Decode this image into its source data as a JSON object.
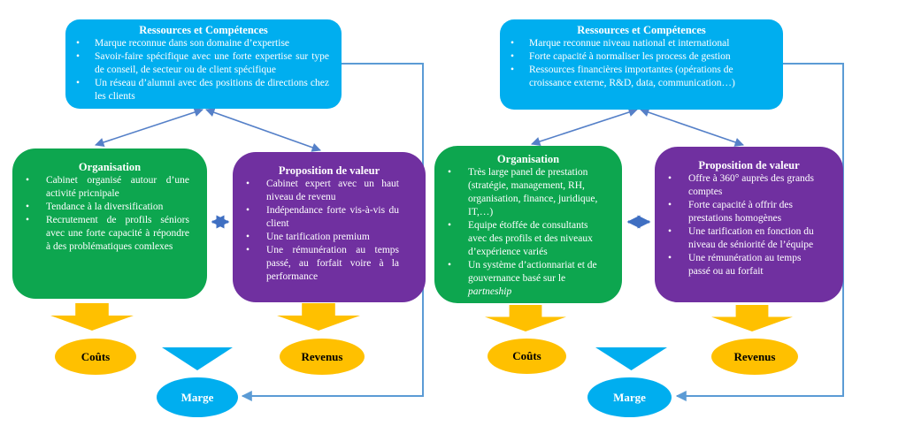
{
  "colors": {
    "box_cyan": "#00AEEF",
    "box_green": "#0DA64F",
    "box_purple": "#7030A0",
    "shape_orange": "#FFC000",
    "connector_blue": "#5580C8",
    "connector_h_arrow": "#3F6FC2",
    "connector_elbow": "#5B9BD5",
    "box_text": "#FFFFFF",
    "ellipse_label_dark": "#000000"
  },
  "left_model": {
    "resources": {
      "title": "Ressources et Compétences",
      "bullets": [
        "Marque reconnue dans son domaine d’expertise",
        "Savoir-faire spécifique avec une forte expertise sur type de conseil, de secteur ou de client spécifique",
        "Un réseau d’alumni avec des positions de directions chez les clients"
      ]
    },
    "organisation": {
      "title": "Organisation",
      "bullets": [
        "Cabinet organisé autour d’une activité pricnipale",
        "Tendance à la diversification",
        "Recrutement de profils séniors avec une forte capacité à répondre à des problématiques comlexes"
      ]
    },
    "proposition": {
      "title": "Proposition de valeur",
      "bullets": [
        "Cabinet expert avec un haut niveau de revenu",
        "Indépendance forte vis-à-vis du client",
        "Une tarification premium",
        "Une rémunération au temps passé, au forfait voire à la performance"
      ]
    },
    "couts": "Coûts",
    "revenus": "Revenus",
    "marge": "Marge"
  },
  "right_model": {
    "resources": {
      "title": "Ressources et Compétences",
      "bullets": [
        "Marque reconnue niveau national et international",
        "Forte capacité à normaliser les process de gestion",
        "Ressources financières importantes (opérations de croissance externe, R&D, data, communication…)"
      ]
    },
    "organisation": {
      "title": "Organisation",
      "bullets": [
        "Très large panel de prestation (stratégie, management, RH, organisation, finance, juridique, IT,…)",
        "Equipe étoffée de consultants avec des profils et des niveaux d’expérience variés",
        "Un système d’actionnariat et de gouvernance basé sur le "
      ],
      "bullet3_italic": "partneship"
    },
    "proposition": {
      "title": "Proposition de valeur",
      "bullets": [
        "Offre à 360° auprès des grands comptes",
        "Forte capacité à offrir des prestations homogènes",
        "Une tarification en fonction du niveau de séniorité de l’équipe",
        "Une rémunération au temps passé ou au forfait"
      ]
    },
    "couts": "Coûts",
    "revenus": "Revenus",
    "marge": "Marge"
  }
}
